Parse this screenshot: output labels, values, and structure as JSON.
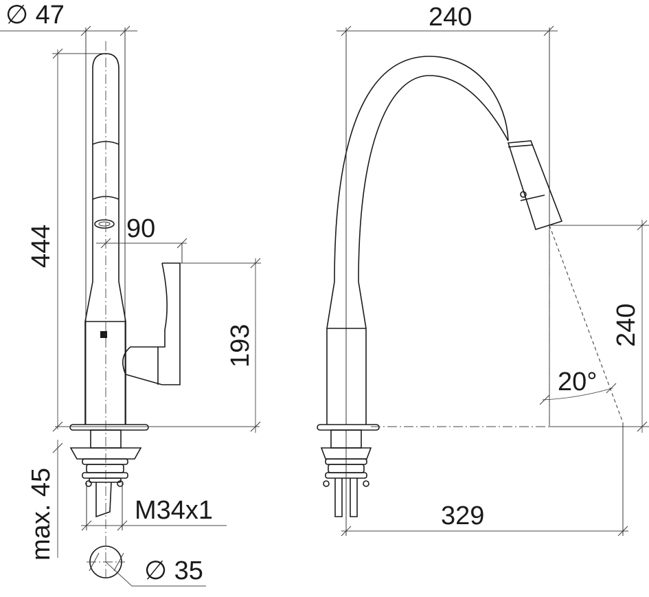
{
  "dimensions": {
    "outer_diameter": "∅ 47",
    "height_overall": "444",
    "spout_height": "90",
    "lever_height": "193",
    "mount_depth": "max. 45",
    "thread": "M34x1",
    "hole_diameter": "∅ 35",
    "reach_top": "240",
    "spray_height": "240",
    "spray_angle": "20°",
    "reach_bottom": "329"
  }
}
